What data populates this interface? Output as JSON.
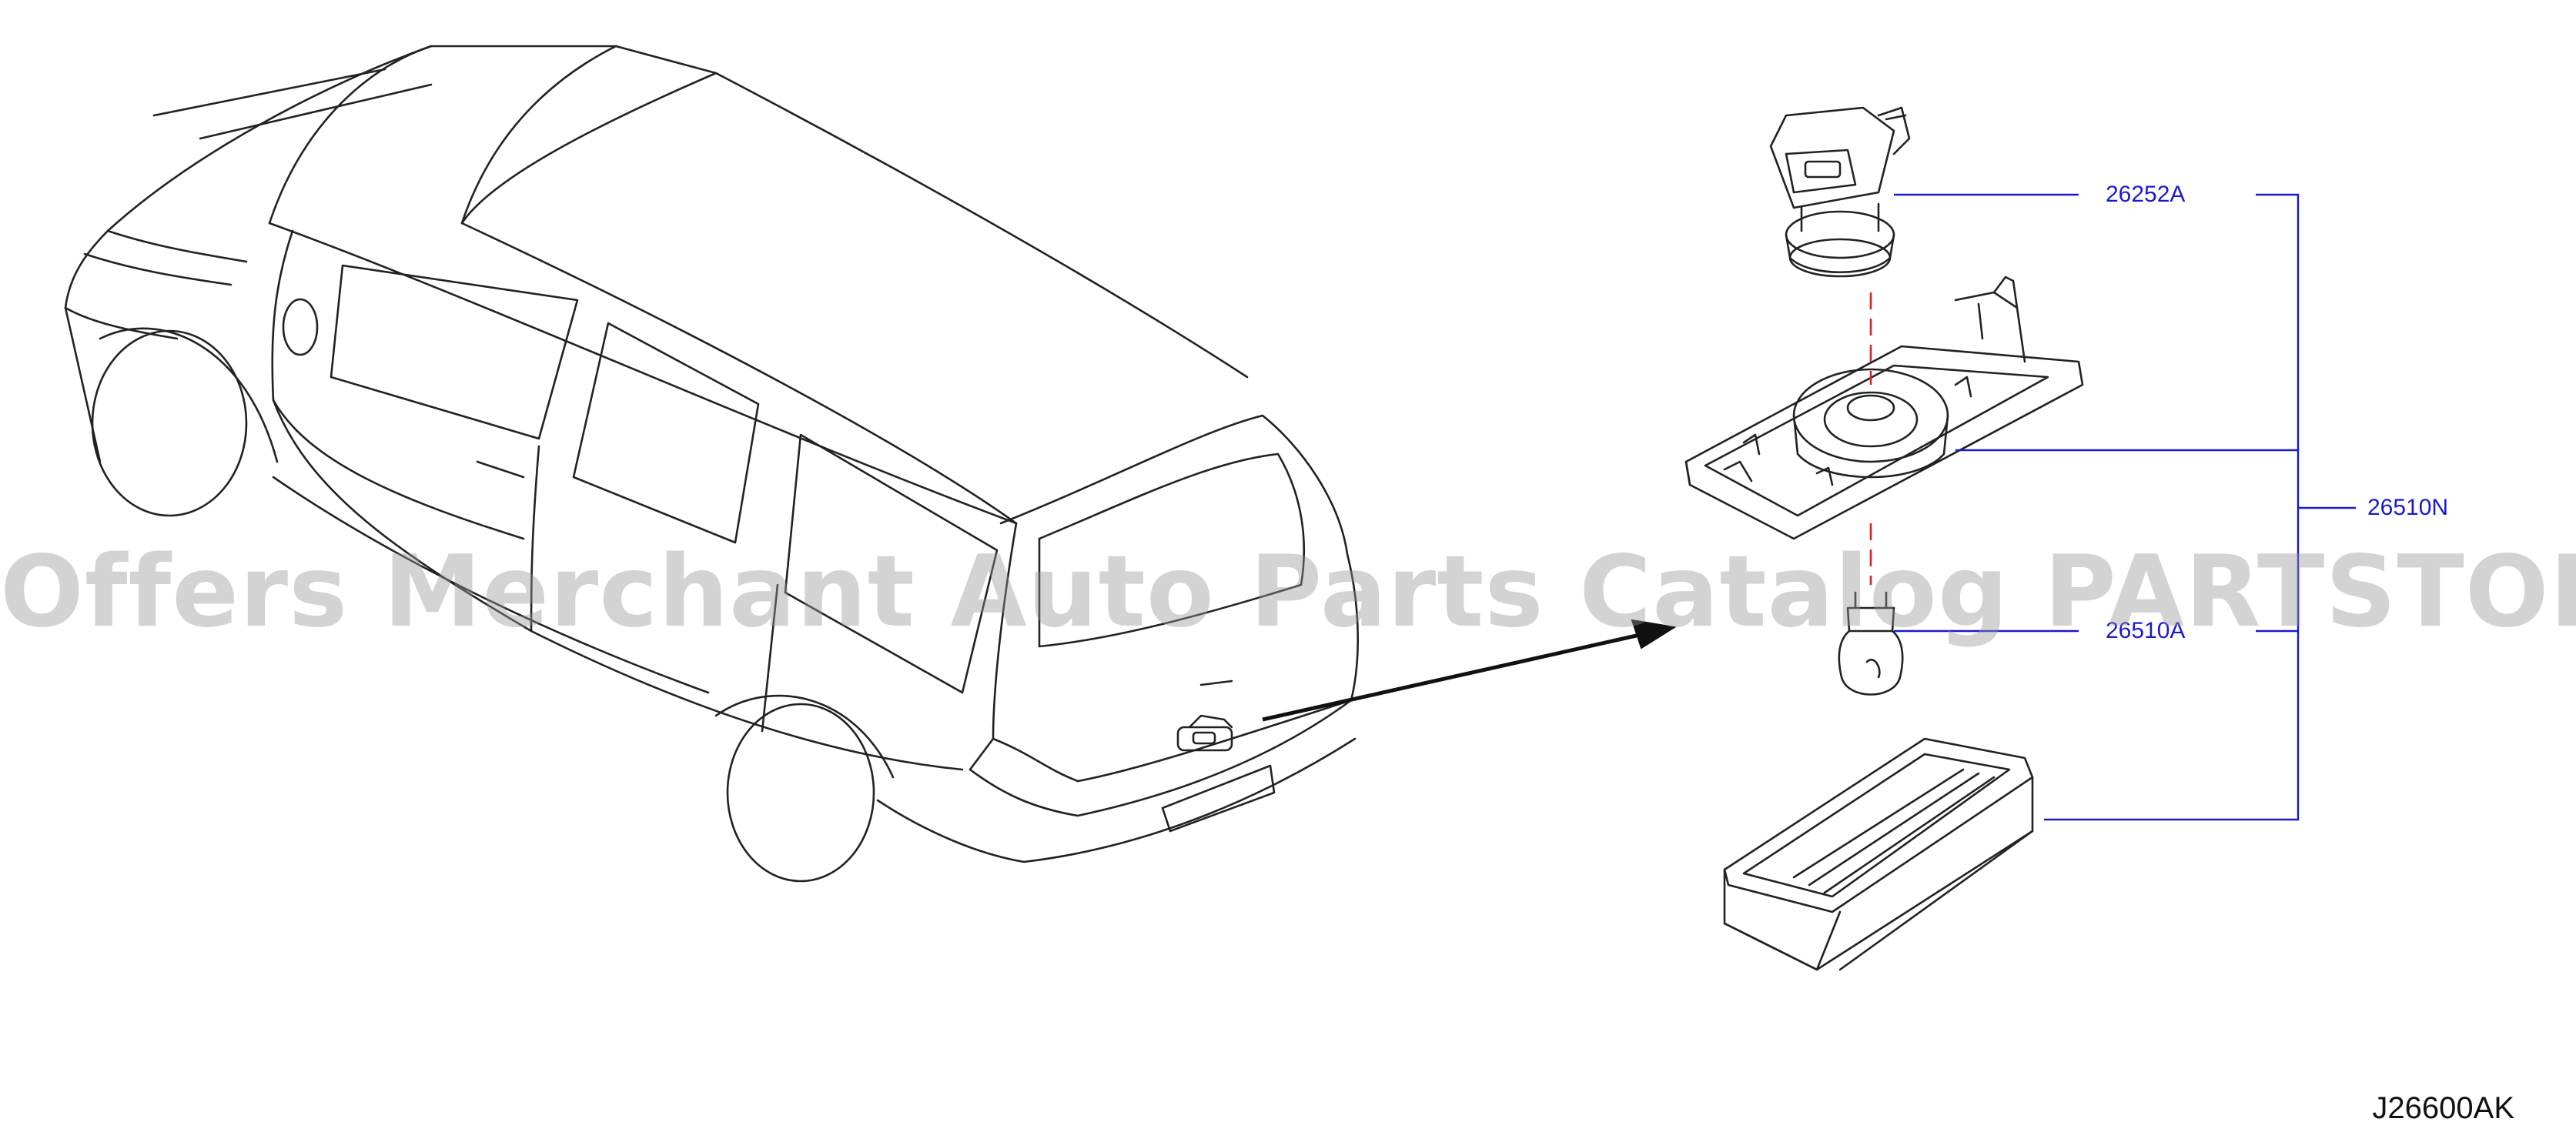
{
  "colors": {
    "line": "#222222",
    "callout": "#1a1acc",
    "label": "#1a1acc",
    "code": "#111111",
    "dash": "#dd2222"
  },
  "labels": {
    "socket": "26252A",
    "lamp_assy": "26510N",
    "bulb": "26510A"
  },
  "watermark": "Offers Merchant Auto Parts Catalog PARTSTORE.SA",
  "diagram_code": "J26600AK"
}
